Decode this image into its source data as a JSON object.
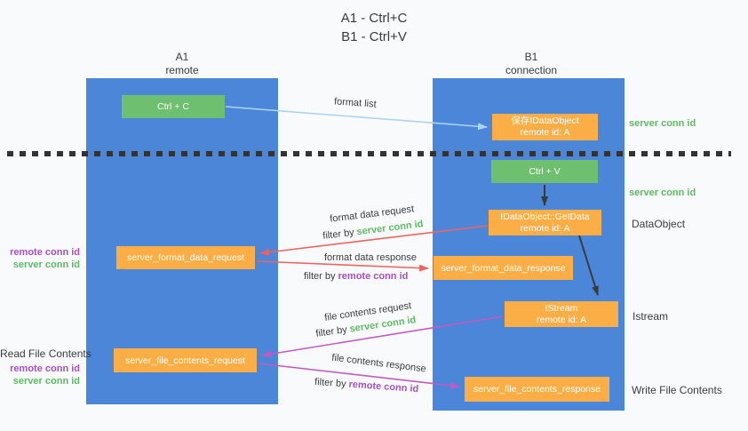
{
  "title": {
    "line1": "A1 - Ctrl+C",
    "line2": "B1 - Ctrl+V"
  },
  "colors": {
    "lane_blue": "#4b86d8",
    "node_orange": "#fbae45",
    "node_green": "#6ebf70",
    "arrow_red": "#ee6361",
    "arrow_magenta": "#c35ac3",
    "arrow_lightblue": "#abd4f0",
    "arrow_black": "#3a3a3a",
    "text_green": "#5dbb63",
    "text_purple": "#a750c5"
  },
  "lanes": {
    "a1": {
      "title": "A1",
      "subtitle": "remote"
    },
    "b1": {
      "title": "B1",
      "subtitle": "connection"
    }
  },
  "nodes": {
    "ctrl_c": "Ctrl + C",
    "ctrl_v": "Ctrl + V",
    "save_dataobject": {
      "line1": "保存IDataObject",
      "line2": "remote id: A"
    },
    "getdata": {
      "line1": "IDataObject::GetData",
      "line2": "remote id: A"
    },
    "istream": {
      "line1": "IStream",
      "line2": "remote id: A"
    },
    "format_request": "server_format_data_request",
    "format_response": "server_format_data_response",
    "file_request": "server_file_contents_request",
    "file_response": "server_file_contents_response"
  },
  "flow_labels": {
    "format_list": "format list",
    "format_data_request": "format data request",
    "format_data_response": "format data response",
    "file_contents_request": "file contents request",
    "file_contents_response": "file contents response",
    "filter_by": "filter by ",
    "server_conn_id": "server conn id",
    "remote_conn_id": "remote conn id"
  },
  "side_labels": {
    "server_conn_id_top": "server conn id",
    "server_conn_id_mid": "server conn id",
    "dataobject": "DataObject",
    "istream": "Istream",
    "write_file_contents": "Write File Contents",
    "read_file_contents": "Read File Contents",
    "remote_conn_id": "remote conn id",
    "server_conn_id": "server conn id"
  }
}
